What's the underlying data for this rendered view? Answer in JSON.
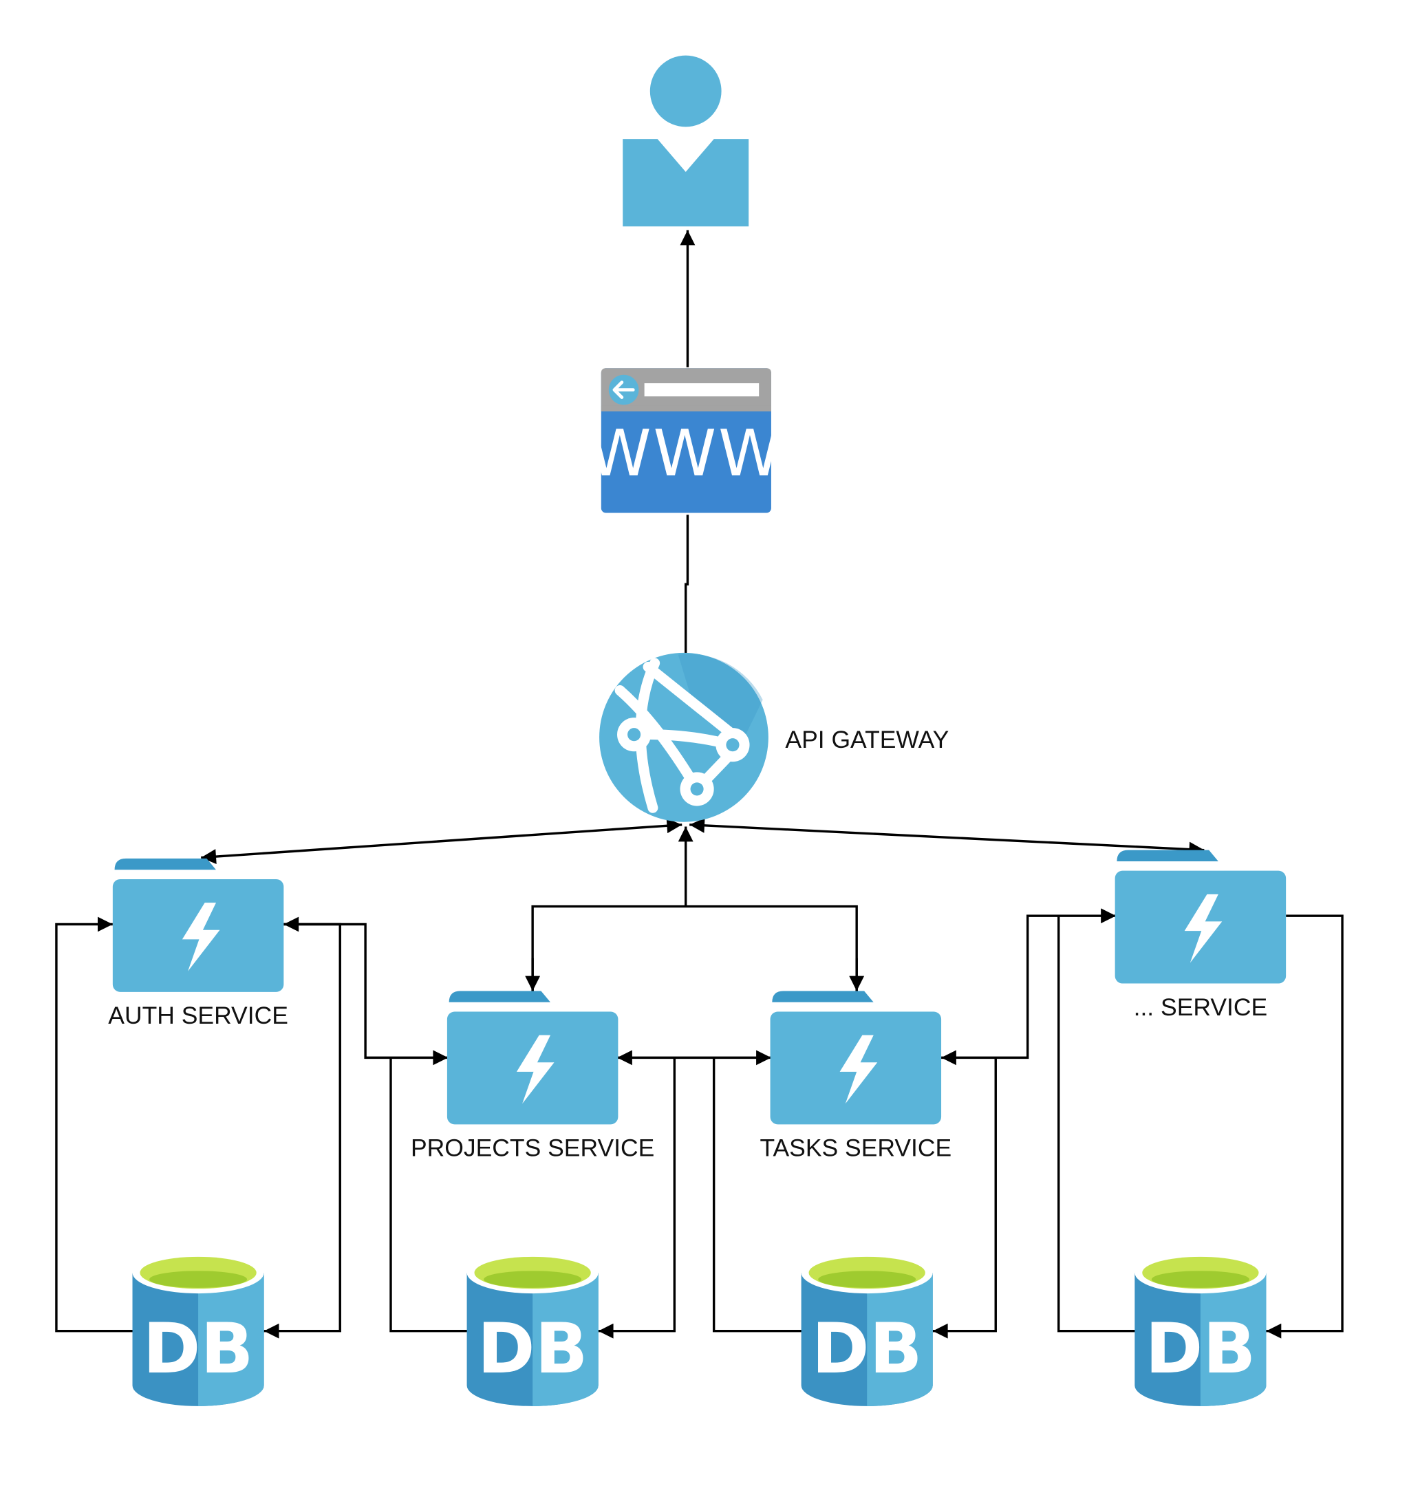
{
  "title": "",
  "nodes": {
    "user": {
      "icon": "user-icon"
    },
    "browser": {
      "icon": "web-browser-icon",
      "text": "WWW"
    },
    "gateway": {
      "icon": "api-gateway-globe-icon",
      "label": "API GATEWAY"
    },
    "services": [
      {
        "id": "auth",
        "icon": "function-app-folder-icon",
        "label": "AUTH SERVICE"
      },
      {
        "id": "projects",
        "icon": "function-app-folder-icon",
        "label": "PROJECTS SERVICE"
      },
      {
        "id": "tasks",
        "icon": "function-app-folder-icon",
        "label": "TASKS SERVICE"
      },
      {
        "id": "other",
        "icon": "function-app-folder-icon",
        "label": "... SERVICE"
      }
    ],
    "databases": [
      {
        "id": "db-auth",
        "icon": "database-icon",
        "text": "DB"
      },
      {
        "id": "db-projects",
        "icon": "database-icon",
        "text": "DB"
      },
      {
        "id": "db-tasks",
        "icon": "database-icon",
        "text": "DB"
      },
      {
        "id": "db-other",
        "icon": "database-icon",
        "text": "DB"
      }
    ]
  },
  "edges": [
    {
      "from": "browser",
      "to": "user"
    },
    {
      "from": "gateway",
      "to": "browser"
    },
    {
      "from": "gateway",
      "to": "auth",
      "bidirectional": true
    },
    {
      "from": "gateway",
      "to": "other",
      "bidirectional": true
    },
    {
      "from": "gateway",
      "to": "projects",
      "bidirectional": true
    },
    {
      "from": "gateway",
      "to": "tasks",
      "bidirectional": true
    },
    {
      "from": "db-auth",
      "to": "auth"
    },
    {
      "from": "auth",
      "to": "db-auth"
    },
    {
      "from": "auth",
      "to": "projects",
      "bidirectional": true
    },
    {
      "from": "db-projects",
      "to": "projects"
    },
    {
      "from": "projects",
      "to": "db-projects"
    },
    {
      "from": "projects",
      "to": "tasks",
      "bidirectional": true
    },
    {
      "from": "db-tasks",
      "to": "tasks"
    },
    {
      "from": "tasks",
      "to": "db-tasks"
    },
    {
      "from": "tasks",
      "to": "other",
      "bidirectional": true
    },
    {
      "from": "db-other",
      "to": "other"
    },
    {
      "from": "other",
      "to": "db-other"
    }
  ],
  "colors": {
    "icon_blue": "#5ab4d9",
    "icon_blue_dark": "#3b99c8",
    "db_top_green": "#b3d943",
    "db_top_green_light": "#c6e34e",
    "browser_bar": "#a3a3a3",
    "browser_body": "#3b86d1",
    "line": "#000000"
  }
}
